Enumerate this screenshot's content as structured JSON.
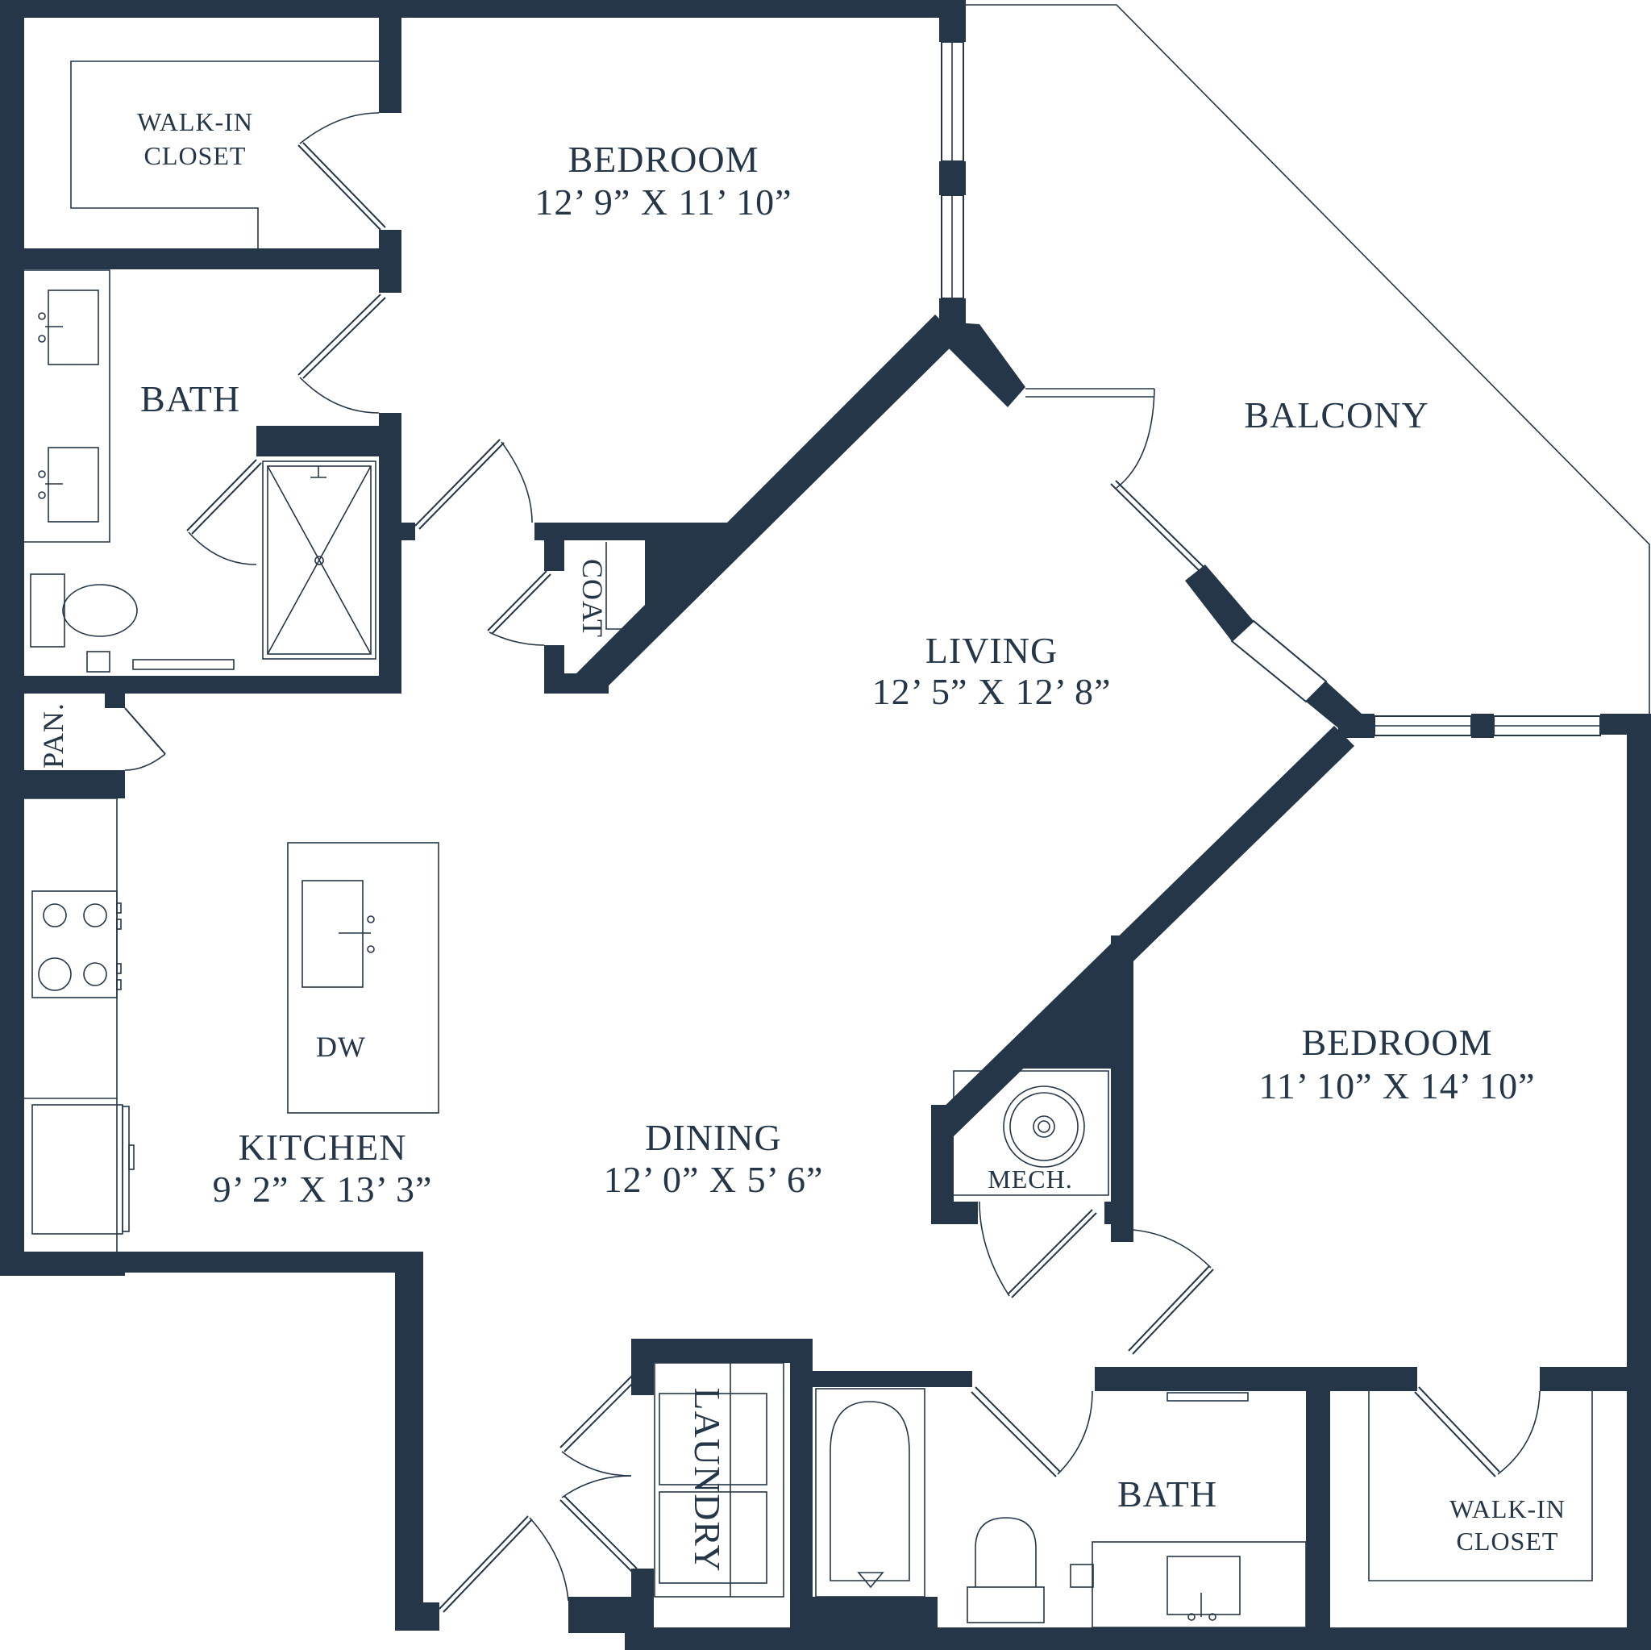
{
  "colors": {
    "wall": "#243648",
    "background": "#ffffff"
  },
  "rooms": {
    "walkin_closet_top": {
      "line1": "WALK-IN",
      "line2": "CLOSET"
    },
    "bedroom_1": {
      "name": "BEDROOM",
      "size": "12’ 9” X 11’ 10”"
    },
    "bath_1": {
      "name": "BATH"
    },
    "coat": {
      "name": "COAT"
    },
    "pantry": {
      "name": "PAN."
    },
    "balcony": {
      "name": "BALCONY"
    },
    "living": {
      "name": "LIVING",
      "size": "12’ 5” X 12’ 8”"
    },
    "kitchen": {
      "name": "KITCHEN",
      "size": "9’ 2” X 13’ 3”"
    },
    "dishwasher": {
      "name": "DW"
    },
    "dining": {
      "name": "DINING",
      "size": "12’ 0” X 5’ 6”"
    },
    "mech": {
      "name": "MECH."
    },
    "bedroom_2": {
      "name": "BEDROOM",
      "size": "11’ 10” X 14’ 10”"
    },
    "laundry": {
      "name": "LAUNDRY"
    },
    "bath_2": {
      "name": "BATH"
    },
    "walkin_closet_bottom": {
      "line1": "WALK-IN",
      "line2": "CLOSET"
    }
  },
  "icons": [
    "sink-icon",
    "toilet-icon",
    "shower-icon",
    "bathtub-icon",
    "range-icon",
    "refrigerator-icon",
    "washer-icon",
    "dryer-icon",
    "water-heater-icon",
    "towel-bar-icon",
    "door-swing-icon",
    "window-icon"
  ]
}
